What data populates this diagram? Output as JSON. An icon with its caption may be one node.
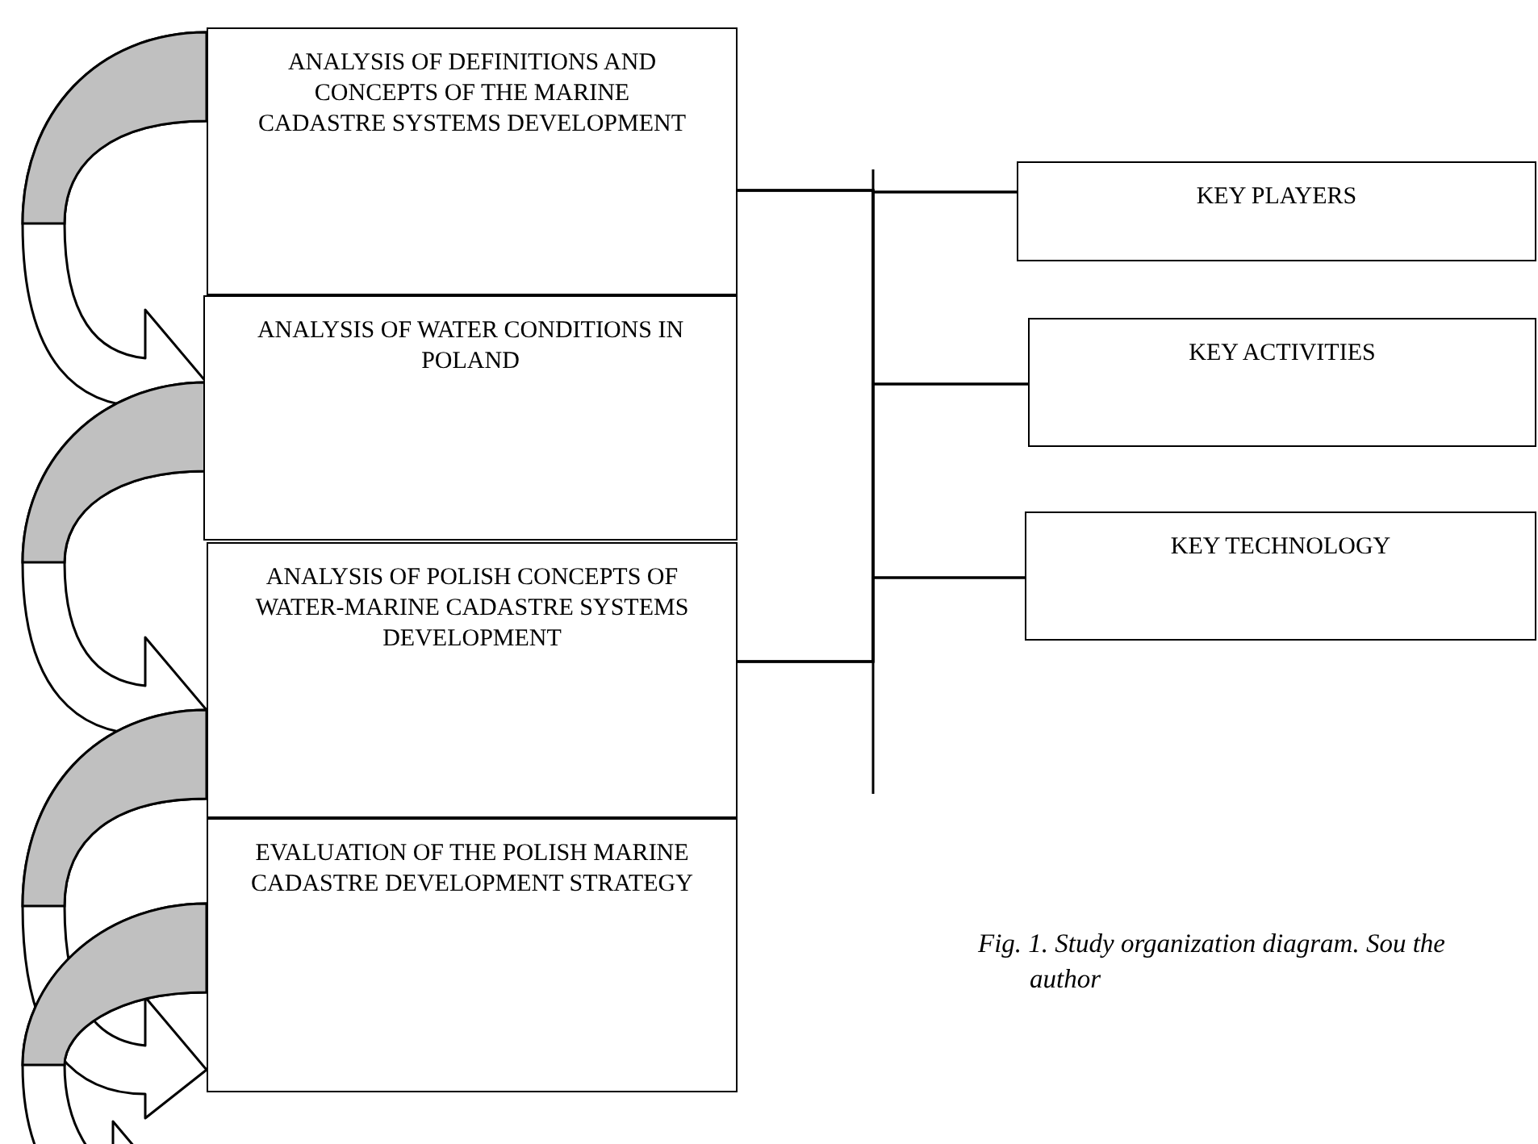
{
  "diagram": {
    "caption": "Fig. 1. Study organization diagram. Sou the author",
    "nodes": [
      {
        "text": [
          "ANALYSIS OF DEFINITIONS AND CONCEPTS OF THE MARINE CADASTRE SYSTEMS DEVELOPMENT"
        ]
      },
      {
        "text": [
          "ANALYSIS OF WATER CONDITIONS IN POLAND"
        ]
      },
      {
        "text": [
          "ANALYSIS OF POLISH CONCEPTS OF WATER-MARINE CADASTRE SYSTEMS DEVELOPMENT"
        ]
      },
      {
        "text": [
          "EVALUATION OF THE POLISH MARINE CADASTRE DEVELOPMENT STRATEGY"
        ]
      },
      {
        "text": [
          "KEY PLAYERS"
        ]
      },
      {
        "text": [
          "KEY ACTIVITIES"
        ]
      },
      {
        "text": [
          "KEY TECHNOLOGY"
        ]
      }
    ],
    "edges": [
      {
        "from": 0,
        "to": 1,
        "arrow": "to",
        "style": "thick"
      },
      {
        "from": 1,
        "to": 2,
        "arrow": "to",
        "style": "thick"
      },
      {
        "from": 2,
        "to": 3,
        "arrow": "to",
        "style": "thick"
      },
      {
        "from": 3,
        "to": null,
        "arrow": "to",
        "style": "thick"
      },
      {
        "from": 0,
        "to": 4,
        "arrow": "none"
      },
      {
        "from": 0,
        "to": 5,
        "arrow": "none"
      },
      {
        "from": 0,
        "to": 6,
        "arrow": "none"
      },
      {
        "from": 2,
        "to": 4,
        "arrow": "none"
      },
      {
        "from": 2,
        "to": 5,
        "arrow": "none"
      },
      {
        "from": 2,
        "to": 6,
        "arrow": "none"
      }
    ]
  }
}
